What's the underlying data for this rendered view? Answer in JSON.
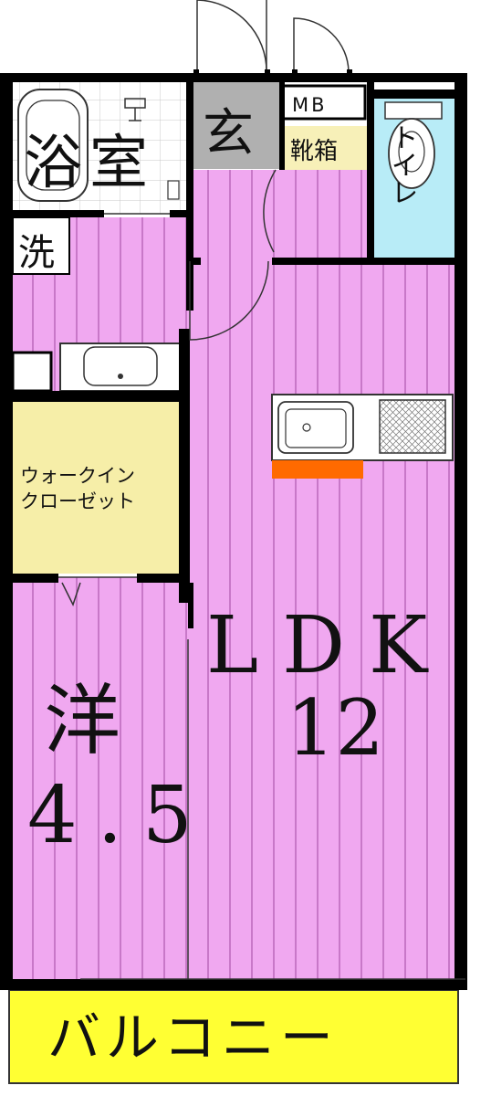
{
  "colors": {
    "room_floor": "#f0a8f0",
    "floor_stripe": "#b25fb2",
    "wall": "#000000",
    "bath_tile": "#ffffff",
    "entrance": "#b0b0b0",
    "shoe_box": "#f7f0b8",
    "toilet": "#b8ecf7",
    "closet": "#f6eea8",
    "balcony": "#ffff33",
    "range_hood": "#ff6a00"
  },
  "rooms": {
    "bath": {
      "label": "浴室"
    },
    "entrance": {
      "label": "玄"
    },
    "meter_box": {
      "label": "MB"
    },
    "shoe_box": {
      "label": "靴箱"
    },
    "toilet": {
      "label": "トイレ"
    },
    "washer": {
      "label": "洗"
    },
    "walk_in_closet": {
      "label_line1": "ウォークイン",
      "label_line2": "クローゼット"
    },
    "western_room": {
      "label": "洋",
      "size": "4.5"
    },
    "ldk": {
      "label": "LDK",
      "size": "12"
    },
    "balcony": {
      "label": "バルコニー"
    }
  },
  "icons": {
    "bathtub": "bathtub-icon",
    "shower": "shower-icon",
    "toilet_fixture": "toilet-icon",
    "washbasin": "washbasin-icon",
    "sink": "kitchen-sink-icon",
    "stove": "gas-stove-icon"
  }
}
